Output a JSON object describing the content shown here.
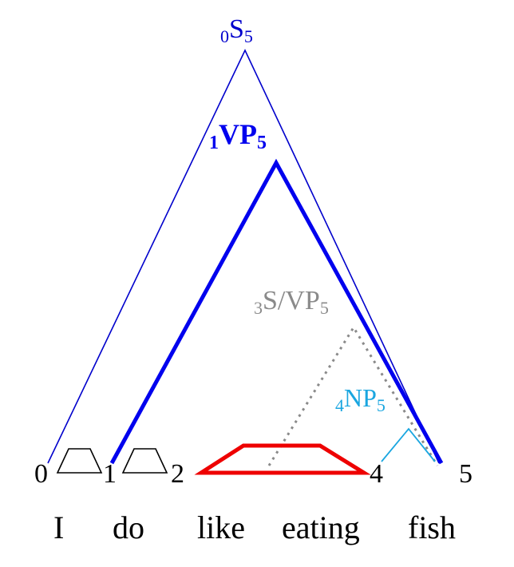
{
  "positions": [
    "0",
    "1",
    "2",
    "4",
    "5"
  ],
  "words": [
    "I",
    "do",
    "like",
    "eating",
    "fish"
  ],
  "edges": [
    {
      "sub": "0",
      "label": "S",
      "end": "5",
      "color": "#0000cc",
      "style": "thin"
    },
    {
      "sub": "1",
      "label": "VP",
      "end": "5",
      "color": "#0000ee",
      "style": "bold"
    },
    {
      "sub": "3",
      "label": "S/VP",
      "end": "5",
      "color": "#8a8a8a",
      "style": "dotted"
    },
    {
      "sub": "4",
      "label": "NP",
      "end": "5",
      "color": "#1aa6e0",
      "style": "thin"
    }
  ],
  "colors": {
    "s_edge": "#0000cc",
    "vp_edge": "#0000ee",
    "gap_edge": "#8a8a8a",
    "np_edge": "#1aa6e0",
    "chart_highlight": "#ee0000",
    "chart_default": "#000000"
  }
}
